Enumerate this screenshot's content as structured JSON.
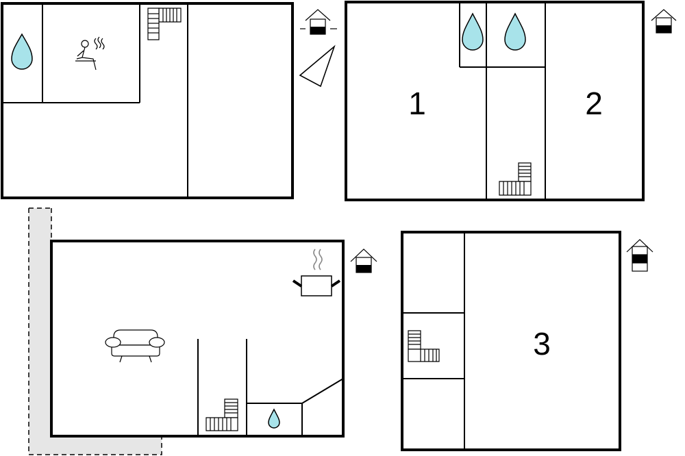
{
  "floorplan": {
    "rooms": [
      {
        "id": "room-1",
        "label": "1"
      },
      {
        "id": "room-2",
        "label": "2"
      },
      {
        "id": "room-3",
        "label": "3"
      }
    ],
    "icons": [
      "water-drop-icon",
      "sauna-icon",
      "stairs-icon",
      "floor-indicator-icon",
      "north-arrow-icon",
      "sofa-icon",
      "cooking-pot-icon"
    ],
    "colors": {
      "wall": "#000000",
      "water": "#a8e3ea",
      "terrace": "#e6e6e6"
    }
  }
}
